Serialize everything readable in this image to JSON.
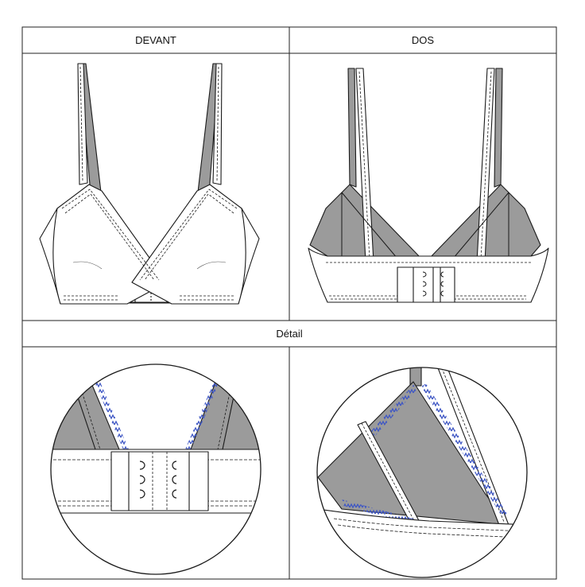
{
  "headers": {
    "front": "DEVANT",
    "back": "DOS",
    "detail": "Détail"
  },
  "colors": {
    "outline": "#1a1a1a",
    "lining_gray": "#9b9b9b",
    "fabric_white": "#ffffff",
    "zigzag_stitch_blue": "#3f57c4",
    "grid_line": "#222222"
  }
}
